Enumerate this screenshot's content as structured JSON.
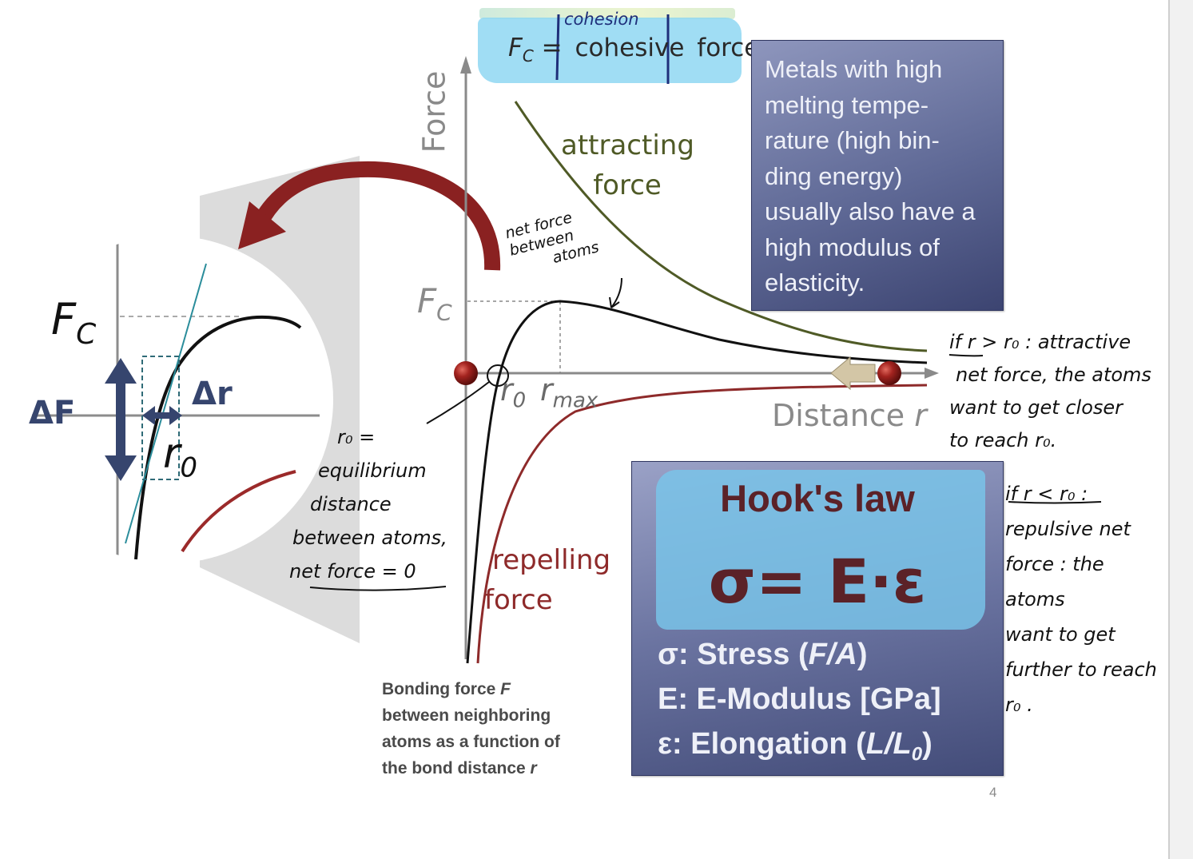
{
  "graph": {
    "axis_y_label": "Force",
    "axis_x_label": "Distance",
    "axis_x_symbol": "r",
    "fc_sym": "F",
    "fc_sub": "C",
    "r0_sym": "r",
    "r0_sub": "0",
    "rmax_sym": "r",
    "rmax_sub": "max",
    "attracting_line1": "attracting",
    "attracting_line2": "force",
    "repelling_line1": "repelling",
    "repelling_line2": "force",
    "colors": {
      "attracting": "#4f5a26",
      "repelling": "#8e2a2a",
      "net": "#111111",
      "axis": "#888888"
    }
  },
  "cohesion": {
    "handwritten": "cohesion",
    "eq_sym": "F",
    "eq_sub": "C",
    "eq_sign": " =",
    "word1": "cohesive",
    "word2": "force"
  },
  "info_box": {
    "lines": [
      "Metals with high",
      "melting tempe-",
      "rature (high bin-",
      "ding energy)",
      "usually also have a",
      "high modulus of",
      "elasticity."
    ]
  },
  "hooke_box": {
    "title": "Hook's law",
    "formula": "σ= E·ε",
    "defs": [
      {
        "pre": "σ: Stress (",
        "italic": "F/A",
        "post": ")"
      },
      {
        "pre": "E: E-Modulus [GPa]",
        "italic": "",
        "post": ""
      },
      {
        "pre": "ε: Elongation (",
        "italic": "L/L",
        "sub": "0",
        "post": ")"
      }
    ]
  },
  "zoom": {
    "fc_sym": "F",
    "fc_sub": "C",
    "delta_f": "ΔF",
    "delta_r": "Δr",
    "r0_sym": "r",
    "r0_sub": "0"
  },
  "handwritten": {
    "net_force": [
      "net force",
      "between",
      "atoms"
    ],
    "r0_note": [
      "r₀ =",
      "equilibrium",
      "distance",
      "between atoms,",
      "net force = 0"
    ],
    "gt_note": [
      "if r > r₀ : attractive",
      "net force, the atoms",
      "want to get closer",
      "to reach r₀."
    ],
    "lt_note": [
      "if r < r₀ :",
      "repulsive net",
      "force : the atoms",
      "want to get",
      "further to reach",
      "r₀ ."
    ]
  },
  "caption": {
    "line1_pre": "Bonding force ",
    "line1_ital": "F",
    "line2": "between neighboring",
    "line3": "atoms as a function of",
    "line4_pre": "the bond distance ",
    "line4_ital": "r"
  },
  "page_number": "4"
}
